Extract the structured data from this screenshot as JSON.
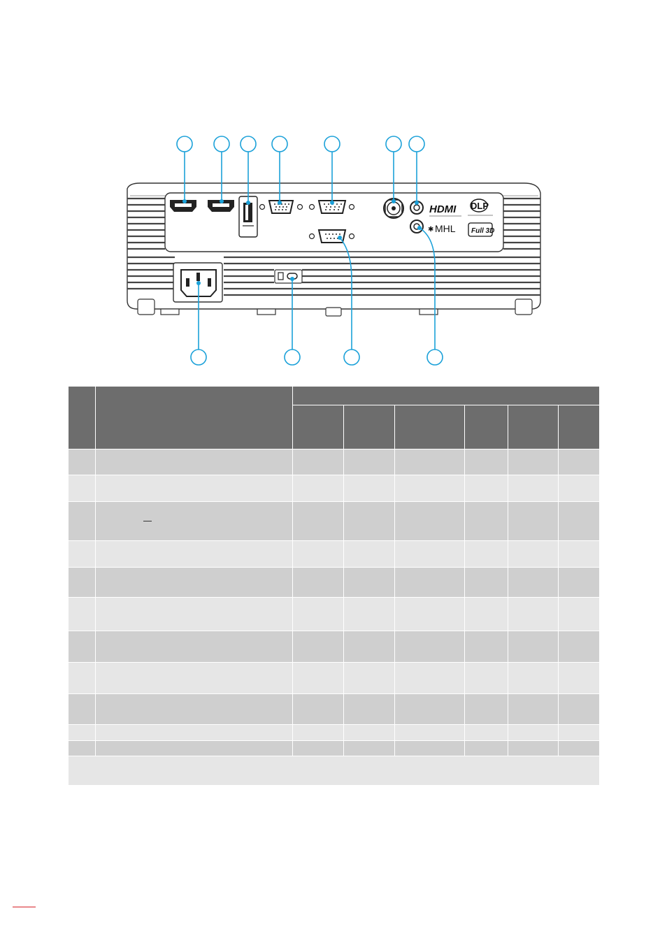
{
  "figure": {
    "logos": {
      "hdmi": "HDMI",
      "dlp": "DLP",
      "mhl": "MHL",
      "full3d": "Full 3D"
    },
    "colors": {
      "callout": "#1ba1d9",
      "body_stroke": "#333333",
      "callout_fill": "#ffffff"
    }
  },
  "table": {
    "row_heights_hint": "",
    "rows": 11
  },
  "colors": {
    "header": "#6d6d6d",
    "row_dark": "#cfcfcf",
    "row_light": "#e6e6e6",
    "accent_red": "#d61f26"
  }
}
